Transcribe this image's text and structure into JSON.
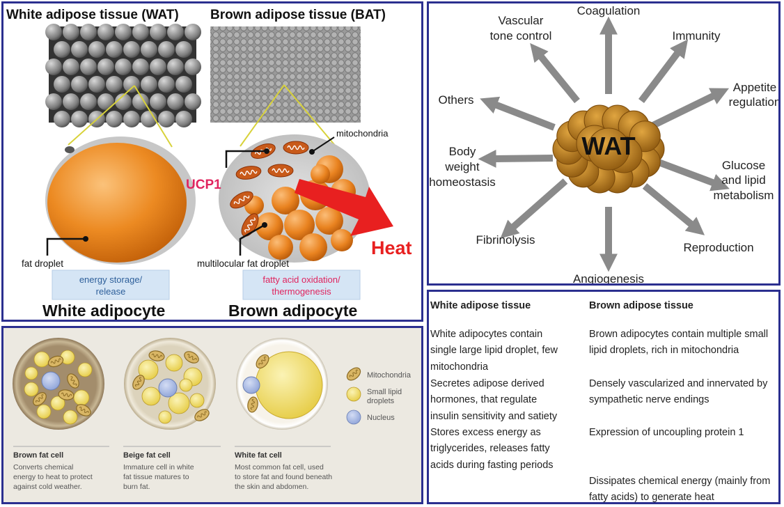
{
  "colors": {
    "frame": "#2b2f8f",
    "fat_orange": "#e88a1f",
    "ucp1": "#e0245e",
    "heat": "#e82020",
    "lipid_yellow": "#f1e06a",
    "nucleus_blue": "#a9b9e4",
    "arrow_gray": "#8a8a8a",
    "wat_brown": "#b37a1c"
  },
  "adipocyte_panel": {
    "wat_title": "White adipose tissue (WAT)",
    "bat_title": "Brown adipose tissue (BAT)",
    "mitochondria_label": "mitochondria",
    "ucp1_label": "UCP1",
    "heat_label": "Heat",
    "fat_droplet_label": "fat droplet",
    "multilocular_label": "multilocular fat droplet",
    "wat_function": [
      "energy storage/",
      "release"
    ],
    "bat_function": [
      "fatty acid oxidation/",
      "thermogenesis"
    ],
    "white_caption": "White adipocyte",
    "brown_caption": "Brown adipocyte"
  },
  "wat_functions": {
    "center": "WAT",
    "labels": {
      "coagulation": "Coagulation",
      "vascular": [
        "Vascular",
        "tone control"
      ],
      "immunity": "Immunity",
      "appetite": [
        "Appetite",
        "regulation"
      ],
      "others": "Others",
      "body_weight": [
        "Body",
        "weight",
        "homeostasis"
      ],
      "glucose": [
        "Glucose",
        "and lipid",
        "metabolism"
      ],
      "fibrinolysis": "Fibrinolysis",
      "reproduction": "Reproduction",
      "angiogenesis": "Angiogenesis"
    }
  },
  "comparison_table": {
    "headers": [
      "White adipose tissue",
      "Brown adipose tissue"
    ],
    "rows": [
      {
        "white": [
          "White adipocytes contain",
          "single large lipid droplet, few",
          "mitochondria"
        ],
        "brown": [
          "Brown adipocytes contain multiple small",
          "lipid droplets, rich in mitochondria"
        ]
      },
      {
        "white": [
          "Secretes adipose derived",
          "hormones, that regulate",
          "insulin sensitivity and satiety"
        ],
        "brown": [
          "Densely vascularized and innervated by",
          "sympathetic nerve endings"
        ]
      },
      {
        "white": [
          "Stores excess energy as",
          "triglycerides, releases fatty",
          "acids during fasting periods"
        ],
        "brown": [
          "Expression of uncoupling protein 1"
        ]
      },
      {
        "white": [],
        "brown": [
          "Dissipates chemical energy (mainly from",
          "fatty acids) to generate heat"
        ]
      }
    ]
  },
  "fat_cells": {
    "legend": [
      "Mitochondria",
      "Small lipid",
      "droplets",
      "Nucleus"
    ],
    "cells": [
      {
        "name": "Brown fat cell",
        "desc": [
          "Converts chemical",
          "energy to heat to protect",
          "against cold weather."
        ]
      },
      {
        "name": "Beige fat cell",
        "desc": [
          "Immature cell in white",
          "fat tissue matures to",
          "burn fat."
        ]
      },
      {
        "name": "White fat cell",
        "desc": [
          "Most common fat cell, used",
          "to store fat and found beneath",
          "the skin and abdomen."
        ]
      }
    ]
  }
}
